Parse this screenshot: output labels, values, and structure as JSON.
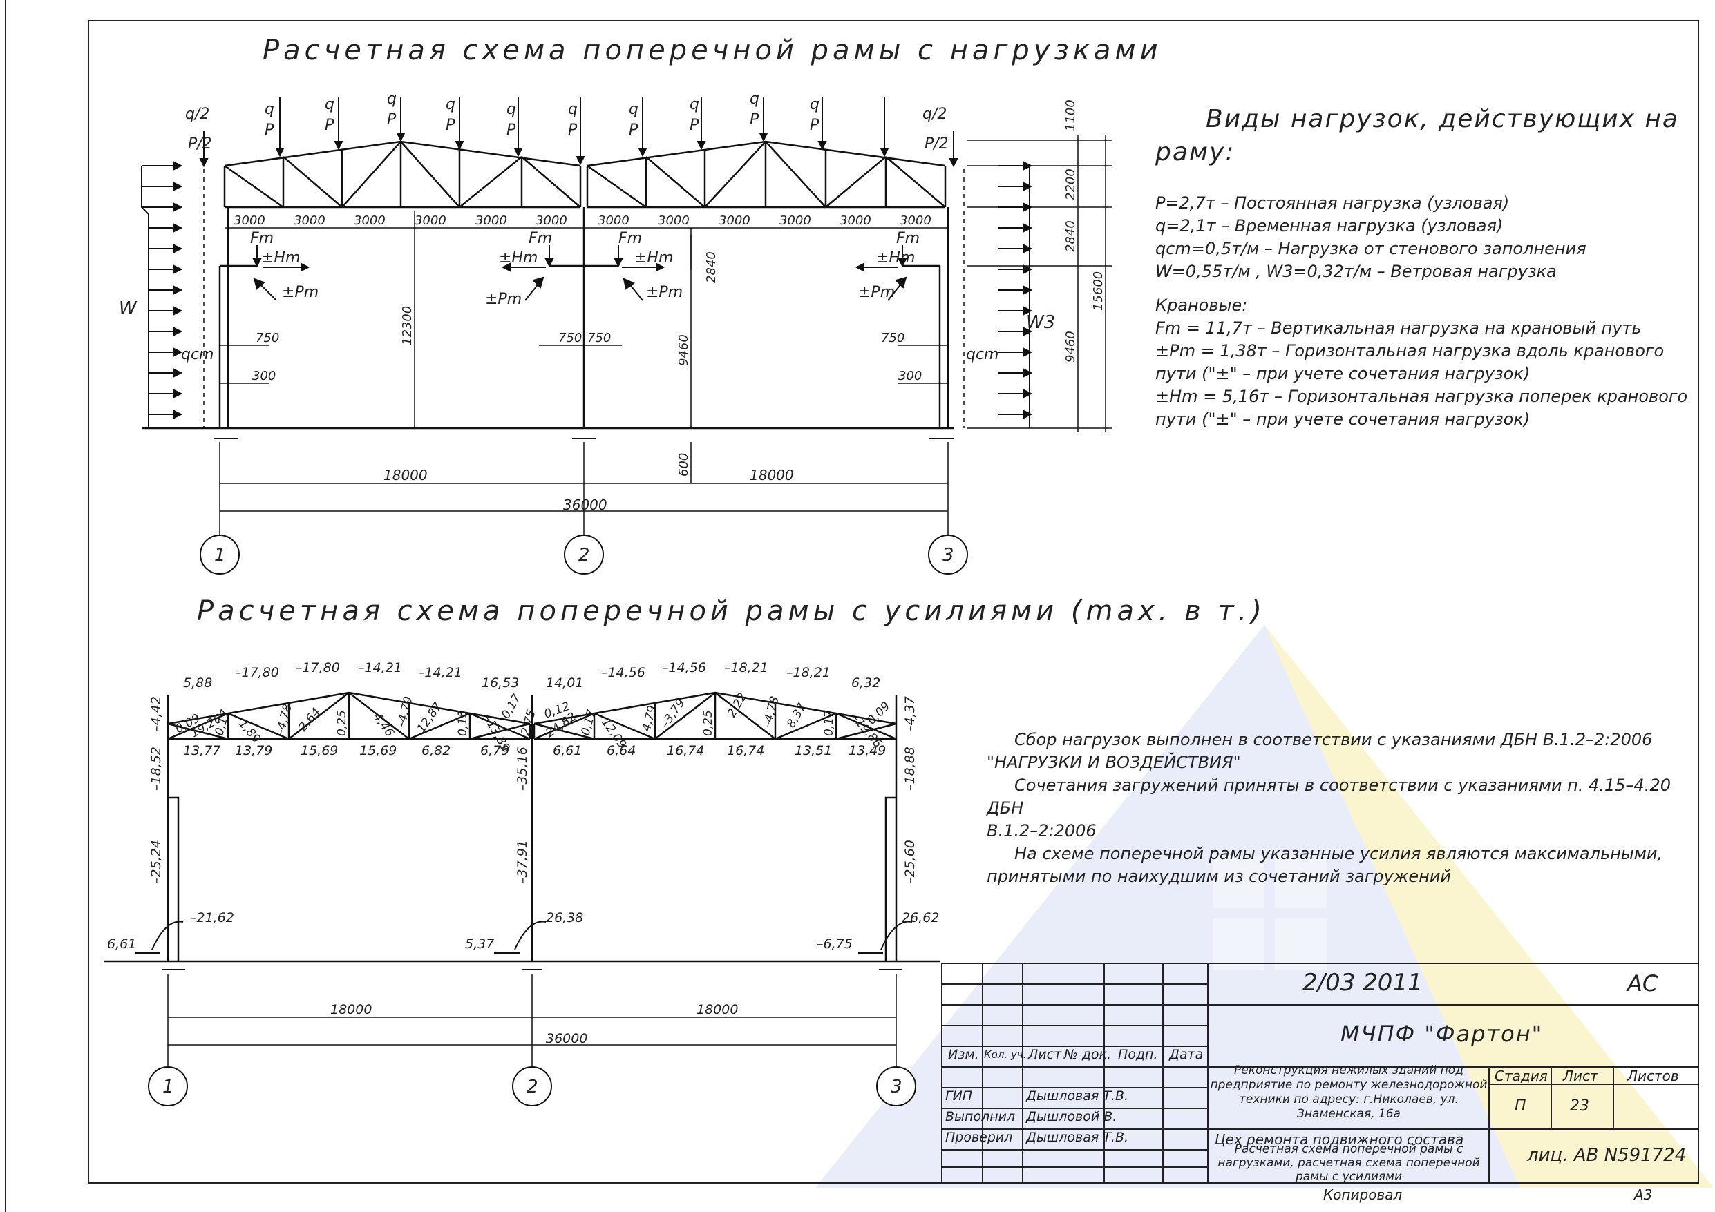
{
  "titles": {
    "loads_scheme": "Расчетная схема поперечной рамы с нагрузками",
    "forces_scheme": "Расчетная схема поперечной рамы с усилиями (max. в т.)"
  },
  "legend": {
    "heading_1": "Виды нагрузок, действующих на",
    "heading_2": "раму:",
    "line_p": "P=2,7т – Постоянная нагрузка (узловая)",
    "line_q": "q=2,1т – Временная нагрузка (узловая)",
    "line_qcm": "qcm=0,5т/м – Нагрузка от стенового заполнения",
    "line_w": "W=0,55т/м , W3=0,32т/м – Ветровая нагрузка",
    "crane_heading": "Крановые:",
    "line_fm": "Fm = 11,7т – Вертикальная нагрузка на крановый путь",
    "line_pm_1": "±Pm = 1,38т – Горизонтальная нагрузка вдоль кранового",
    "line_pm_2": "пути (\"±\" – при учете сочетания нагрузок)",
    "line_hm_1": "±Hm = 5,16т – Горизонтальная нагрузка поперек кранового",
    "line_hm_2": "пути (\"±\" – при учете сочетания нагрузок)"
  },
  "notes": {
    "n1": "Сбор нагрузок выполнен в соответствии с указаниями ДБН В.1.2–2:2006",
    "n1b": "\"НАГРУЗКИ И ВОЗДЕЙСТВИЯ\"",
    "n2": "Сочетания загружений приняты в соответствии с указаниями п. 4.15–4.20 ДБН",
    "n2b": "В.1.2–2:2006",
    "n3": "На схеме поперечной рамы указанные усилия являются максимальными,",
    "n3b": "принятыми по наихудшим из сочетаний загружений"
  },
  "scheme1": {
    "top_loads": [
      {
        "a": "q/2",
        "b": "P/2"
      },
      {
        "a": "q",
        "b": "P"
      },
      {
        "a": "q",
        "b": "P"
      },
      {
        "a": "q",
        "b": "P"
      },
      {
        "a": "q",
        "b": "P"
      },
      {
        "a": "q",
        "b": "P"
      },
      {
        "a": "q",
        "b": "P"
      },
      {
        "a": "q",
        "b": "P"
      },
      {
        "a": "q",
        "b": "P"
      },
      {
        "a": "q",
        "b": "P"
      },
      {
        "a": "q",
        "b": "P"
      },
      {
        "a": "q/2",
        "b": "P/2"
      }
    ],
    "panel_dims": [
      "3000",
      "3000",
      "3000",
      "3000",
      "3000",
      "3000",
      "3000",
      "3000",
      "3000",
      "3000",
      "3000",
      "3000"
    ],
    "labels": {
      "fm": "Fm",
      "hm": "±Hm",
      "pm": "±Pm",
      "w": "W",
      "w3": "W3",
      "qcm": "qcm",
      "d750": "750",
      "d300": "300",
      "h12300": "12300",
      "h9460": "9460",
      "h2840": "2840",
      "h600": "600",
      "span": "18000",
      "total": "36000",
      "r1100": "1100",
      "r2200": "2200",
      "r2840": "2840",
      "r15600": "15600",
      "r9460": "9460"
    },
    "axes": [
      "1",
      "2",
      "3"
    ]
  },
  "scheme2": {
    "top_chord": [
      "5,88",
      "–17,80",
      "–17,80",
      "–14,21",
      "–14,21",
      "16,53",
      "14,01",
      "–14,56",
      "–14,56",
      "–18,21",
      "–18,21",
      "6,32"
    ],
    "bottom_chord": [
      "13,77",
      "13,79",
      "15,69",
      "15,69",
      "6,82",
      "6,79",
      "6,61",
      "6,64",
      "16,74",
      "16,74",
      "13,51",
      "13,49"
    ],
    "web_left": [
      "0,09",
      "19,26",
      "0,17",
      "1,89",
      "–4,78",
      "2,64",
      "0,25",
      "–4,46",
      "–4,79",
      "12,87",
      "0,15",
      "–13,89",
      "0,17",
      "2,75"
    ],
    "web_right": [
      "0,12",
      "24,82",
      "0,17",
      "12,09",
      "4,79",
      "–3,79",
      "0,25",
      "2,22",
      "–4,78",
      "8,37",
      "0,17",
      "–19,86",
      "0,09"
    ],
    "columns": [
      "–4,42",
      "–18,52",
      "–25,24",
      "–35,16",
      "–37,91",
      "–4,37",
      "–18,88",
      "–25,60"
    ],
    "moments": [
      "–21,62",
      "26,38",
      "26,62"
    ],
    "reactions": [
      "6,61",
      "5,37",
      "–6,75"
    ],
    "span": "18000",
    "total": "36000",
    "axes": [
      "1",
      "2",
      "3"
    ]
  },
  "stamp": {
    "date": "2/03 2011",
    "code": "АС",
    "org": "МЧПФ \"Фартон\"",
    "hdr_izm": "Изм.",
    "hdr_kol": "Кол. уч.",
    "hdr_list": "Лист",
    "hdr_doc": "№ док.",
    "hdr_podp": "Подп.",
    "hdr_data": "Дата",
    "role_gip": "ГИП",
    "name_gip": "Дышловая Т.В.",
    "role_vyp": "Выполнил",
    "name_vyp": "Дышловой В.",
    "role_prov": "Проверил",
    "name_prov": "Дышловая Т.В.",
    "project_1": "Реконструкция нежилых зданий под",
    "project_2": "предприятие по ремонту железнодорожной",
    "project_3": "техники по адресу: г.Николаев, ул.",
    "project_4": "Знаменская, 16а",
    "stage_label": "Стадия",
    "sheet_label": "Лист",
    "sheets_label": "Листов",
    "stage": "П",
    "sheet": "23",
    "workshop": "Цех ремонта подвижного состава",
    "drawing_1": "Расчетная схема поперечной рамы с",
    "drawing_2": "нагрузками, расчетная схема поперечной",
    "drawing_3": "рамы с усилиями",
    "license": "лиц. АВ N591724",
    "copied": "Копировал",
    "format": "А3"
  },
  "colors": {
    "line": "#111111",
    "watermark_blue": "#4a6fd1",
    "watermark_yellow": "#f4e070"
  }
}
